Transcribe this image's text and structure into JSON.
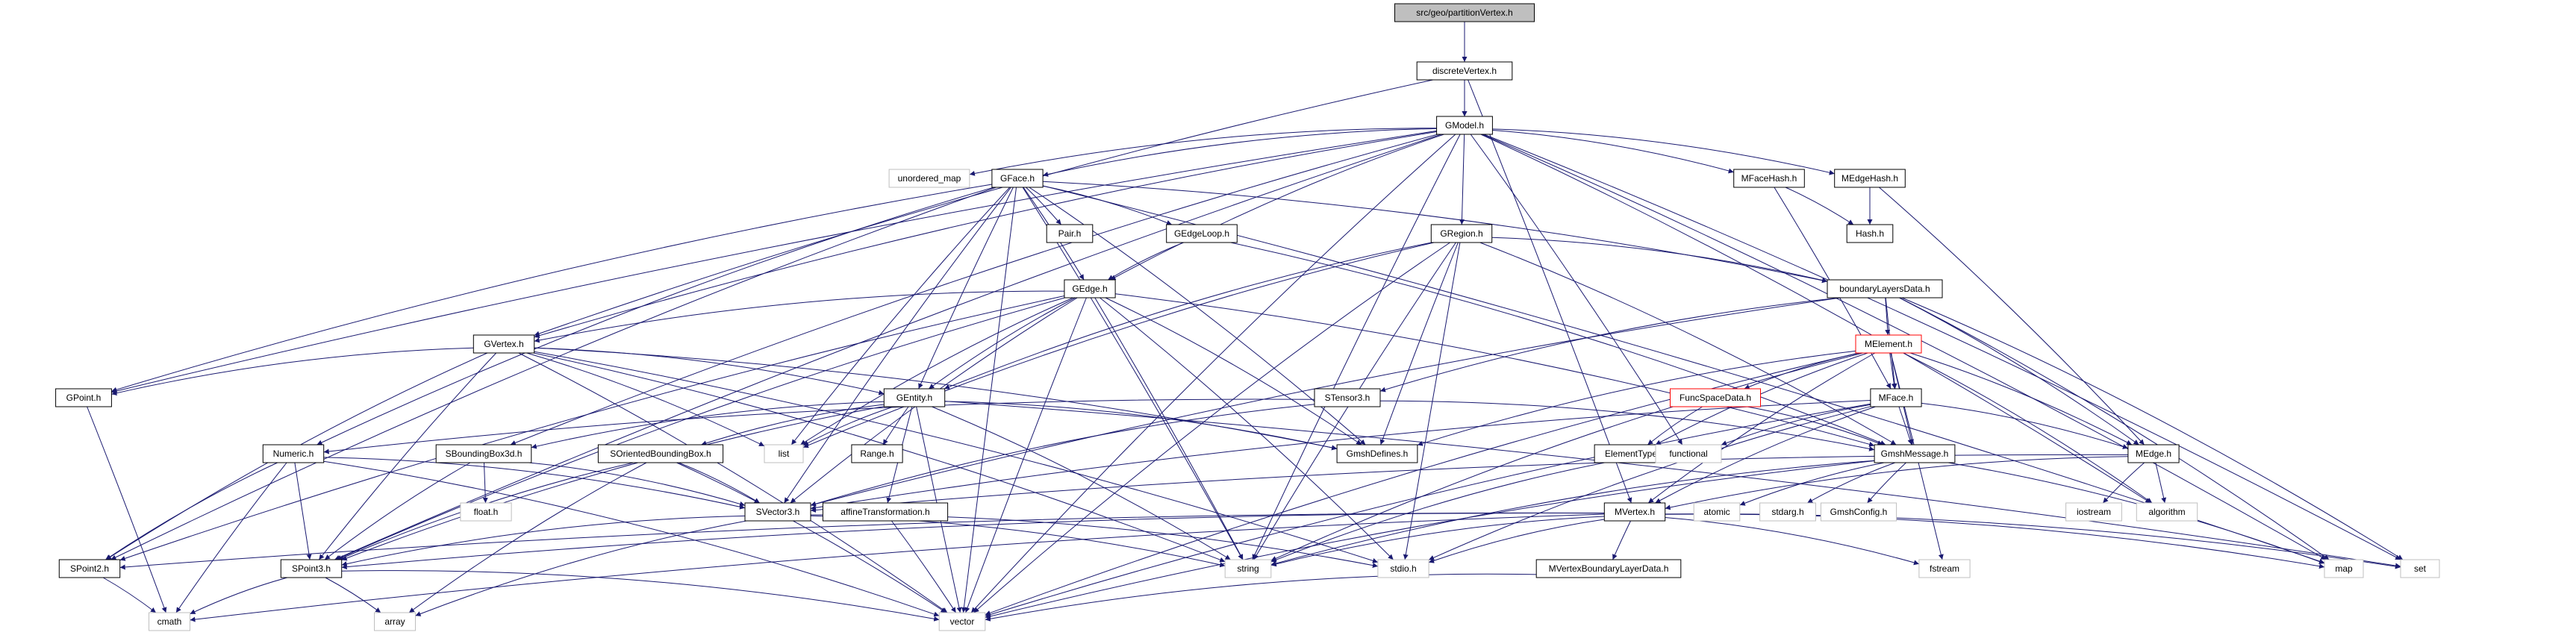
{
  "graph": {
    "nodes": [
      {
        "id": "root",
        "label": "src/geo/partitionVertex.h",
        "style": "root"
      },
      {
        "id": "discreteVertex",
        "label": "discreteVertex.h",
        "style": "file"
      },
      {
        "id": "GModel",
        "label": "GModel.h",
        "style": "file"
      },
      {
        "id": "unordered_map",
        "label": "unordered_map",
        "style": "std"
      },
      {
        "id": "GFace",
        "label": "GFace.h",
        "style": "file"
      },
      {
        "id": "MFaceHash",
        "label": "MFaceHash.h",
        "style": "file"
      },
      {
        "id": "MEdgeHash",
        "label": "MEdgeHash.h",
        "style": "file"
      },
      {
        "id": "Hash",
        "label": "Hash.h",
        "style": "file"
      },
      {
        "id": "Pair",
        "label": "Pair.h",
        "style": "file"
      },
      {
        "id": "GEdgeLoop",
        "label": "GEdgeLoop.h",
        "style": "file"
      },
      {
        "id": "GRegion",
        "label": "GRegion.h",
        "style": "file"
      },
      {
        "id": "boundaryLayersData",
        "label": "boundaryLayersData.h",
        "style": "file"
      },
      {
        "id": "GEdge",
        "label": "GEdge.h",
        "style": "file"
      },
      {
        "id": "GVertex",
        "label": "GVertex.h",
        "style": "file"
      },
      {
        "id": "MElement",
        "label": "MElement.h",
        "style": "red"
      },
      {
        "id": "FuncSpaceData",
        "label": "FuncSpaceData.h",
        "style": "red"
      },
      {
        "id": "MFace",
        "label": "MFace.h",
        "style": "file"
      },
      {
        "id": "STensor3",
        "label": "STensor3.h",
        "style": "file"
      },
      {
        "id": "GPoint",
        "label": "GPoint.h",
        "style": "file"
      },
      {
        "id": "GEntity",
        "label": "GEntity.h",
        "style": "file"
      },
      {
        "id": "list",
        "label": "list",
        "style": "std"
      },
      {
        "id": "Range",
        "label": "Range.h",
        "style": "file"
      },
      {
        "id": "GmshDefines",
        "label": "GmshDefines.h",
        "style": "file"
      },
      {
        "id": "ElementType",
        "label": "ElementType.h",
        "style": "file"
      },
      {
        "id": "functional",
        "label": "functional",
        "style": "std"
      },
      {
        "id": "GmshMessage",
        "label": "GmshMessage.h",
        "style": "file"
      },
      {
        "id": "MEdge",
        "label": "MEdge.h",
        "style": "file"
      },
      {
        "id": "Numeric",
        "label": "Numeric.h",
        "style": "file"
      },
      {
        "id": "SBoundingBox3d",
        "label": "SBoundingBox3d.h",
        "style": "file"
      },
      {
        "id": "SOrientedBoundingBox",
        "label": "SOrientedBoundingBox.h",
        "style": "file"
      },
      {
        "id": "float",
        "label": "float.h",
        "style": "std"
      },
      {
        "id": "SVector3",
        "label": "SVector3.h",
        "style": "file"
      },
      {
        "id": "affineTransformation",
        "label": "affineTransformation.h",
        "style": "file"
      },
      {
        "id": "MVertex",
        "label": "MVertex.h",
        "style": "file"
      },
      {
        "id": "atomic",
        "label": "atomic",
        "style": "std"
      },
      {
        "id": "stdarg",
        "label": "stdarg.h",
        "style": "std"
      },
      {
        "id": "GmshConfig",
        "label": "GmshConfig.h",
        "style": "std"
      },
      {
        "id": "iostream",
        "label": "iostream",
        "style": "std"
      },
      {
        "id": "algorithm",
        "label": "algorithm",
        "style": "std"
      },
      {
        "id": "SPoint2",
        "label": "SPoint2.h",
        "style": "file"
      },
      {
        "id": "SPoint3",
        "label": "SPoint3.h",
        "style": "file"
      },
      {
        "id": "string",
        "label": "string",
        "style": "std"
      },
      {
        "id": "stdio",
        "label": "stdio.h",
        "style": "std"
      },
      {
        "id": "fstream",
        "label": "fstream",
        "style": "std"
      },
      {
        "id": "map",
        "label": "map",
        "style": "std"
      },
      {
        "id": "set",
        "label": "set",
        "style": "std"
      },
      {
        "id": "MVertexBoundaryLayerData",
        "label": "MVertexBoundaryLayerData.h",
        "style": "file"
      },
      {
        "id": "cmath",
        "label": "cmath",
        "style": "std"
      },
      {
        "id": "array",
        "label": "array",
        "style": "std"
      },
      {
        "id": "vector",
        "label": "vector",
        "style": "std"
      }
    ],
    "edges": [
      [
        "root",
        "discreteVertex"
      ],
      [
        "root",
        "GModel"
      ],
      [
        "discreteVertex",
        "GModel"
      ],
      [
        "discreteVertex",
        "GVertex"
      ],
      [
        "discreteVertex",
        "MVertex"
      ],
      [
        "GModel",
        "unordered_map"
      ],
      [
        "GModel",
        "GFace"
      ],
      [
        "GModel",
        "MFaceHash"
      ],
      [
        "GModel",
        "MEdgeHash"
      ],
      [
        "GModel",
        "GRegion"
      ],
      [
        "GModel",
        "GEdge"
      ],
      [
        "GModel",
        "GVertex"
      ],
      [
        "GModel",
        "GPoint"
      ],
      [
        "GModel",
        "SPoint3"
      ],
      [
        "GModel",
        "SBoundingBox3d"
      ],
      [
        "GModel",
        "string"
      ],
      [
        "GModel",
        "functional"
      ],
      [
        "GModel",
        "algorithm"
      ],
      [
        "GModel",
        "map"
      ],
      [
        "GModel",
        "set"
      ],
      [
        "GModel",
        "vector"
      ],
      [
        "MFaceHash",
        "Hash"
      ],
      [
        "MFaceHash",
        "MFace"
      ],
      [
        "MEdgeHash",
        "Hash"
      ],
      [
        "MEdgeHash",
        "MEdge"
      ],
      [
        "GFace",
        "Pair"
      ],
      [
        "GFace",
        "GEdgeLoop"
      ],
      [
        "GFace",
        "GEntity"
      ],
      [
        "GFace",
        "GPoint"
      ],
      [
        "GFace",
        "Numeric"
      ],
      [
        "GFace",
        "SPoint2"
      ],
      [
        "GFace",
        "SVector3"
      ],
      [
        "GFace",
        "list"
      ],
      [
        "GFace",
        "string"
      ],
      [
        "GFace",
        "vector"
      ],
      [
        "GFace",
        "map"
      ],
      [
        "GFace",
        "boundaryLayersData"
      ],
      [
        "GFace",
        "GEdge"
      ],
      [
        "GFace",
        "GmshDefines"
      ],
      [
        "GEdgeLoop",
        "GEdge"
      ],
      [
        "GEdgeLoop",
        "GmshMessage"
      ],
      [
        "GRegion",
        "GEntity"
      ],
      [
        "GRegion",
        "boundaryLayersData"
      ],
      [
        "GRegion",
        "GmshDefines"
      ],
      [
        "GRegion",
        "list"
      ],
      [
        "GRegion",
        "string"
      ],
      [
        "GRegion",
        "stdio"
      ],
      [
        "GRegion",
        "GmshMessage"
      ],
      [
        "GRegion",
        "vector"
      ],
      [
        "boundaryLayersData",
        "MElement"
      ],
      [
        "boundaryLayersData",
        "MFace"
      ],
      [
        "boundaryLayersData",
        "MEdge"
      ],
      [
        "boundaryLayersData",
        "SVector3"
      ],
      [
        "boundaryLayersData",
        "STensor3"
      ],
      [
        "boundaryLayersData",
        "map"
      ],
      [
        "boundaryLayersData",
        "set"
      ],
      [
        "GEdge",
        "GVertex"
      ],
      [
        "GEdge",
        "GEntity"
      ],
      [
        "GEdge",
        "SPoint2"
      ],
      [
        "GEdge",
        "SPoint3"
      ],
      [
        "GEdge",
        "SVector3"
      ],
      [
        "GEdge",
        "GmshDefines"
      ],
      [
        "GEdge",
        "string"
      ],
      [
        "GEdge",
        "stdio"
      ],
      [
        "GEdge",
        "list"
      ],
      [
        "GEdge",
        "GmshMessage"
      ],
      [
        "GEdge",
        "vector"
      ],
      [
        "GVertex",
        "GEntity"
      ],
      [
        "GVertex",
        "GPoint"
      ],
      [
        "GVertex",
        "SPoint2"
      ],
      [
        "GVertex",
        "SPoint3"
      ],
      [
        "GVertex",
        "list"
      ],
      [
        "GVertex",
        "string"
      ],
      [
        "GVertex",
        "stdio"
      ],
      [
        "GVertex",
        "GmshDefines"
      ],
      [
        "GVertex",
        "vector"
      ],
      [
        "MElement",
        "FuncSpaceData"
      ],
      [
        "MElement",
        "MFace"
      ],
      [
        "MElement",
        "ElementType"
      ],
      [
        "MElement",
        "GmshMessage"
      ],
      [
        "MElement",
        "MEdge"
      ],
      [
        "MElement",
        "MVertex"
      ],
      [
        "MElement",
        "string"
      ],
      [
        "MElement",
        "vector"
      ],
      [
        "MElement",
        "fstream"
      ],
      [
        "MElement",
        "algorithm"
      ],
      [
        "MElement",
        "GmshDefines"
      ],
      [
        "FuncSpaceData",
        "ElementType"
      ],
      [
        "FuncSpaceData",
        "GmshMessage"
      ],
      [
        "MFace",
        "MVertex"
      ],
      [
        "MFace",
        "SVector3"
      ],
      [
        "MFace",
        "GmshMessage"
      ],
      [
        "MFace",
        "MEdge"
      ],
      [
        "MFace",
        "functional"
      ],
      [
        "MFace",
        "vector"
      ],
      [
        "MFace",
        "stdio"
      ],
      [
        "STensor3",
        "SVector3"
      ],
      [
        "STensor3",
        "Numeric"
      ],
      [
        "STensor3",
        "GmshMessage"
      ],
      [
        "GPoint",
        "cmath"
      ],
      [
        "GEntity",
        "Range"
      ],
      [
        "GEntity",
        "SBoundingBox3d"
      ],
      [
        "GEntity",
        "SOrientedBoundingBox"
      ],
      [
        "GEntity",
        "affineTransformation"
      ],
      [
        "GEntity",
        "SPoint3"
      ],
      [
        "GEntity",
        "list"
      ],
      [
        "GEntity",
        "vector"
      ],
      [
        "GEntity",
        "string"
      ],
      [
        "GEntity",
        "set"
      ],
      [
        "GEntity",
        "GmshDefines"
      ],
      [
        "ElementType",
        "string"
      ],
      [
        "GmshMessage",
        "map"
      ],
      [
        "GmshMessage",
        "vector"
      ],
      [
        "GmshMessage",
        "string"
      ],
      [
        "GmshMessage",
        "stdarg"
      ],
      [
        "GmshMessage",
        "GmshConfig"
      ],
      [
        "GmshMessage",
        "atomic"
      ],
      [
        "MEdge",
        "MVertex"
      ],
      [
        "MEdge",
        "SVector3"
      ],
      [
        "MEdge",
        "iostream"
      ],
      [
        "MEdge",
        "algorithm"
      ],
      [
        "Numeric",
        "SPoint2"
      ],
      [
        "Numeric",
        "SPoint3"
      ],
      [
        "Numeric",
        "SVector3"
      ],
      [
        "Numeric",
        "cmath"
      ],
      [
        "Numeric",
        "vector"
      ],
      [
        "SBoundingBox3d",
        "float"
      ],
      [
        "SBoundingBox3d",
        "SPoint3"
      ],
      [
        "SBoundingBox3d",
        "SVector3"
      ],
      [
        "SOrientedBoundingBox",
        "SVector3"
      ],
      [
        "SOrientedBoundingBox",
        "SPoint3"
      ],
      [
        "SOrientedBoundingBox",
        "vector"
      ],
      [
        "SOrientedBoundingBox",
        "array"
      ],
      [
        "SVector3",
        "SPoint3"
      ],
      [
        "SVector3",
        "string"
      ],
      [
        "SVector3",
        "stdio"
      ],
      [
        "SVector3",
        "array"
      ],
      [
        "affineTransformation",
        "vector"
      ],
      [
        "MVertex",
        "SPoint2"
      ],
      [
        "MVertex",
        "SPoint3"
      ],
      [
        "MVertex",
        "MVertexBoundaryLayerData"
      ],
      [
        "MVertex",
        "string"
      ],
      [
        "MVertex",
        "stdio"
      ],
      [
        "MVertex",
        "fstream"
      ],
      [
        "MVertex",
        "map"
      ],
      [
        "MVertex",
        "set"
      ],
      [
        "MVertex",
        "cmath"
      ],
      [
        "MVertexBoundaryLayerData",
        "vector"
      ],
      [
        "SPoint2",
        "cmath"
      ],
      [
        "SPoint3",
        "cmath"
      ],
      [
        "SPoint3",
        "array"
      ],
      [
        "SPoint3",
        "vector"
      ]
    ]
  },
  "colors": {
    "edge": "#191970",
    "file_border": "#000000",
    "std_border": "#bfbfbf",
    "red_border": "#ff0000",
    "root_fill": "#bfbfbf",
    "text": "#000000"
  }
}
